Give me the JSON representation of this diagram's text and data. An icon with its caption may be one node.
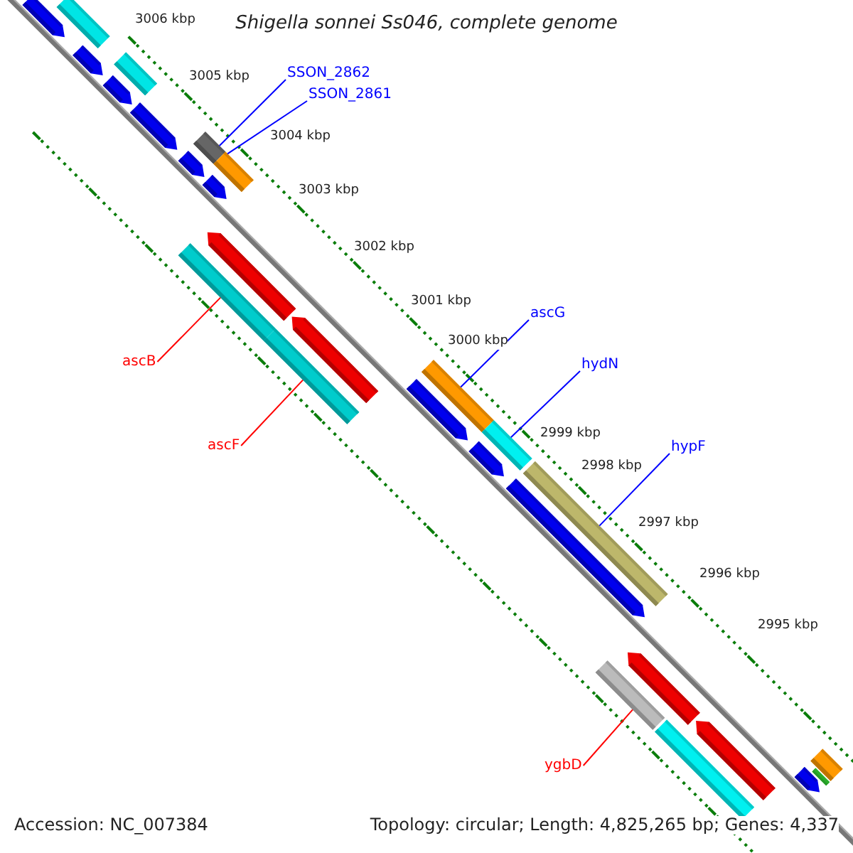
{
  "diagram": {
    "title": "Shigella sonnei Ss046, complete genome",
    "nodes": [
      {
        "text": [
          "SSON_2862"
        ]
      },
      {
        "text": [
          "SSON_2861"
        ]
      },
      {
        "text": [
          "ascG"
        ]
      },
      {
        "text": [
          "ascB"
        ]
      },
      {
        "text": [
          "hydN"
        ]
      },
      {
        "text": [
          "ascF"
        ]
      },
      {
        "text": [
          "hypF"
        ]
      },
      {
        "text": [
          "ygbD"
        ]
      },
      {
        "text": [],
        "shape": "arrow"
      },
      {
        "text": [],
        "shape": "bar"
      },
      {
        "text": [],
        "shape": "arrow"
      },
      {
        "text": [],
        "shape": "bar"
      },
      {
        "text": [],
        "shape": "arrow"
      },
      {
        "text": [],
        "shape": "arrow"
      },
      {
        "text": [],
        "shape": "bar"
      },
      {
        "text": [],
        "shape": "arrow"
      },
      {
        "text": [],
        "shape": "bar"
      },
      {
        "text": [],
        "shape": "arrow"
      },
      {
        "text": [],
        "shape": "bar"
      },
      {
        "text": [],
        "shape": "arrow"
      },
      {
        "text": [],
        "shape": "bar"
      },
      {
        "text": [],
        "shape": "arrow"
      },
      {
        "text": [],
        "shape": "bar"
      },
      {
        "text": [],
        "shape": "arrow"
      },
      {
        "text": [],
        "shape": "bar"
      },
      {
        "text": [],
        "shape": "arrow"
      },
      {
        "text": [],
        "shape": "bar"
      },
      {
        "text": [],
        "shape": "arrow"
      },
      {
        "text": [],
        "shape": "bar"
      },
      {
        "text": [],
        "shape": "arrow"
      },
      {
        "text": [],
        "shape": "bar"
      },
      {
        "text": [],
        "shape": "arrow"
      },
      {
        "text": [],
        "shape": "arrow"
      },
      {
        "text": [],
        "shape": "bar"
      },
      {
        "text": [],
        "shape": "bar"
      }
    ],
    "edges": [
      {
        "from": 0,
        "to": 14,
        "arrow": "none"
      },
      {
        "from": 1,
        "to": 16,
        "arrow": "none"
      },
      {
        "from": 2,
        "to": 22,
        "arrow": "none"
      },
      {
        "from": 3,
        "to": 18,
        "arrow": "none",
        "color": "#ff0000"
      },
      {
        "from": 4,
        "to": 24,
        "arrow": "none"
      },
      {
        "from": 5,
        "to": 20,
        "arrow": "none",
        "color": "#ff0000"
      },
      {
        "from": 6,
        "to": 26,
        "arrow": "none"
      },
      {
        "from": 7,
        "to": 28,
        "arrow": "none",
        "color": "#ff0000"
      }
    ],
    "labels": [
      "3006 kbp",
      "3005 kbp",
      "3004 kbp",
      "3003 kbp",
      "3002 kbp",
      "3001 kbp",
      "3000 kbp",
      "2999 kbp",
      "2998 kbp",
      "2997 kbp",
      "2996 kbp",
      "2995 kbp",
      "Accession: NC_007384",
      "Topology: circular; Length: 4,825,265 bp; Genes: 4,337"
    ]
  }
}
